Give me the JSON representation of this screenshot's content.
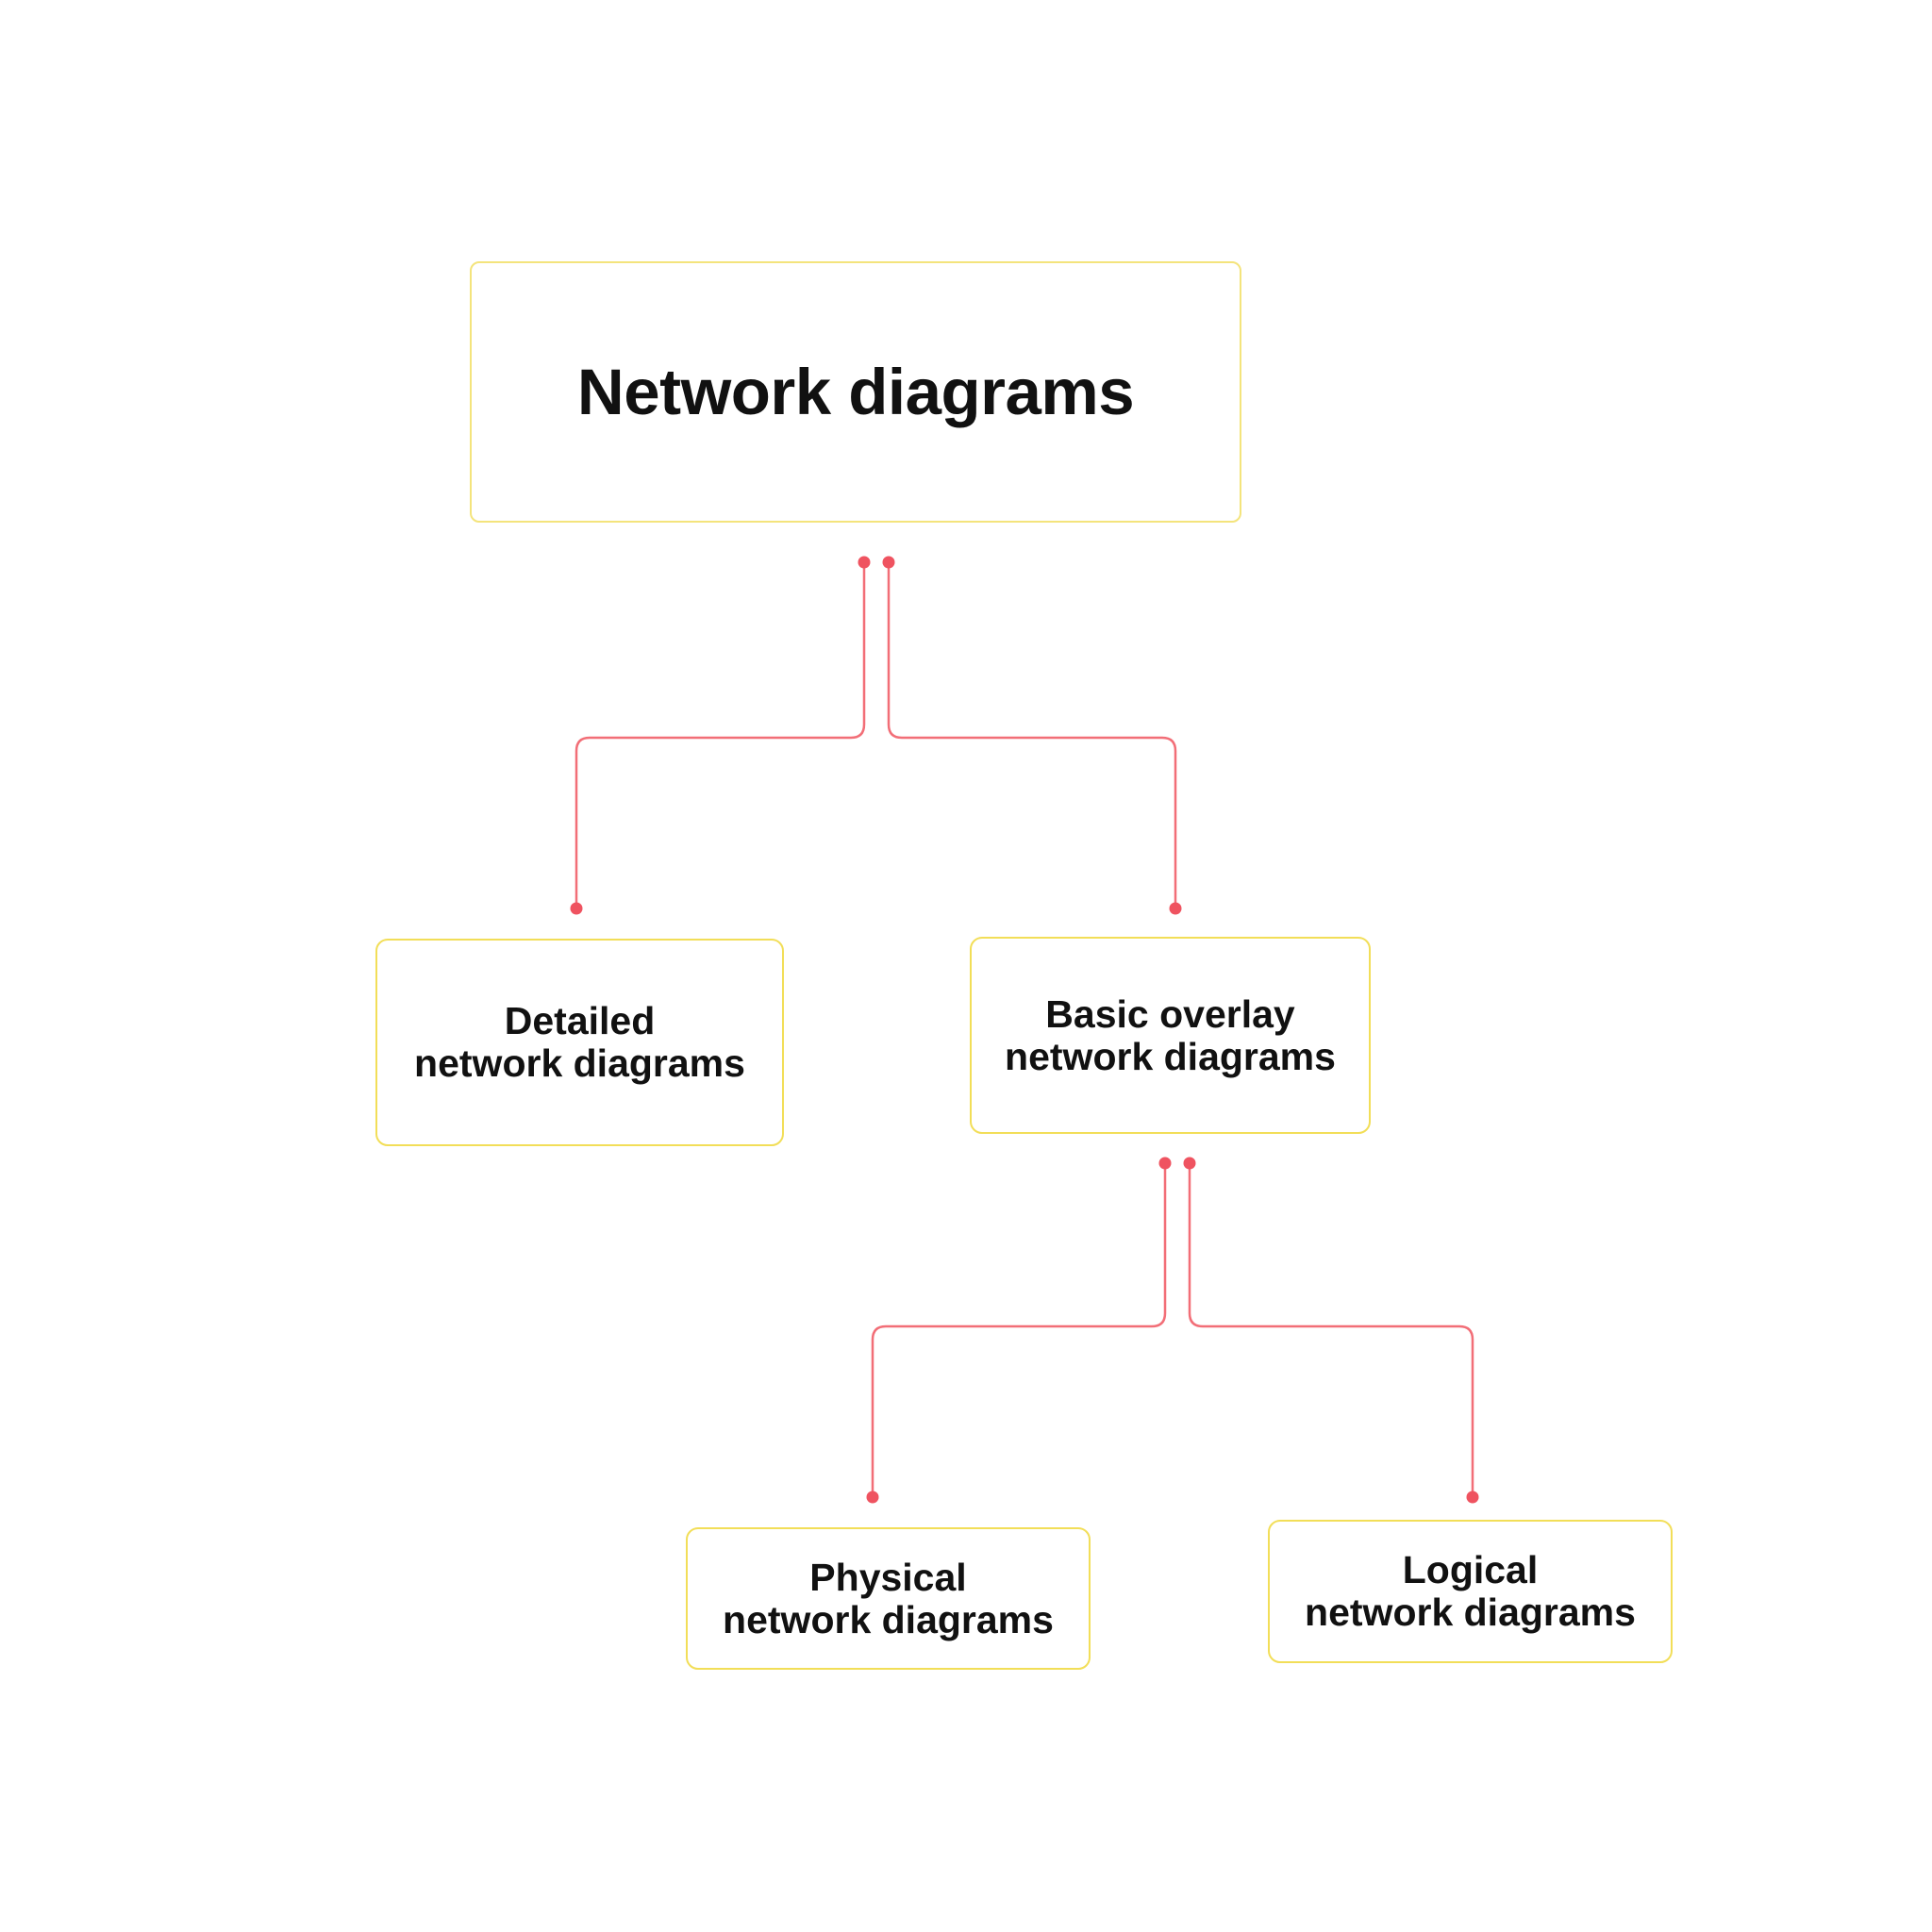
{
  "colors": {
    "canvas_bg": "#ffffff",
    "root_border": "#F4E47C",
    "node_border": "#F2DE58",
    "connector_line": "#F26E77",
    "connector_dot": "#EF5360",
    "text": "#111111"
  },
  "nodes": {
    "root": {
      "label": "Network diagrams"
    },
    "detailed": {
      "line1": "Detailed",
      "line2": "network diagrams"
    },
    "basic": {
      "line1": "Basic overlay",
      "line2": "network diagrams"
    },
    "physical": {
      "line1": "Physical",
      "line2": "network diagrams"
    },
    "logical": {
      "line1": "Logical",
      "line2": "network diagrams"
    }
  },
  "edges": [
    {
      "from": "Network diagrams",
      "to": "Detailed network diagrams"
    },
    {
      "from": "Network diagrams",
      "to": "Basic overlay network diagrams"
    },
    {
      "from": "Basic overlay network diagrams",
      "to": "Physical network diagrams"
    },
    {
      "from": "Basic overlay network diagrams",
      "to": "Logical network diagrams"
    }
  ]
}
